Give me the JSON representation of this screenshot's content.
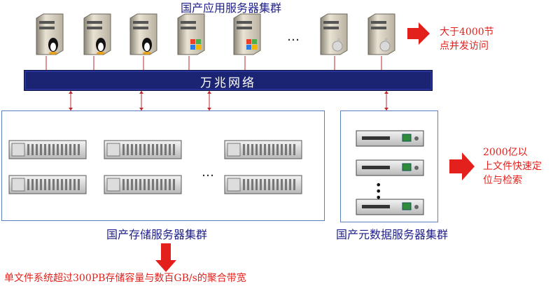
{
  "top_title": "国产应用服务器集群",
  "network_label": "万兆网络",
  "storage_title": "国产存储服务器集群",
  "metadata_title": "国产元数据服务器集群",
  "note_concurrency": [
    "大于4000节",
    "点并发访问"
  ],
  "note_metadata": [
    "2000亿以",
    "上文件快速定",
    "位与检索"
  ],
  "note_bottom": "单文件系统超过300PB存储容量与数百GB/s的聚合带宽",
  "ellipsis_servers": "…",
  "ellipsis_storage": "…",
  "app_servers": [
    {
      "os_icon": "linux-penguin-icon"
    },
    {
      "os_icon": "linux-penguin-icon"
    },
    {
      "os_icon": "linux-penguin-icon"
    },
    {
      "os_icon": "windows-logo-icon"
    },
    {
      "os_icon": "windows-logo-icon"
    },
    {
      "os_icon": "apple-logo-icon"
    },
    {
      "os_icon": "apple-logo-icon"
    }
  ],
  "colors": {
    "network": "#1b2473",
    "label_blue": "#1f1f8a",
    "note_red": "#e3201b",
    "box_border": "#5b7fb8"
  }
}
